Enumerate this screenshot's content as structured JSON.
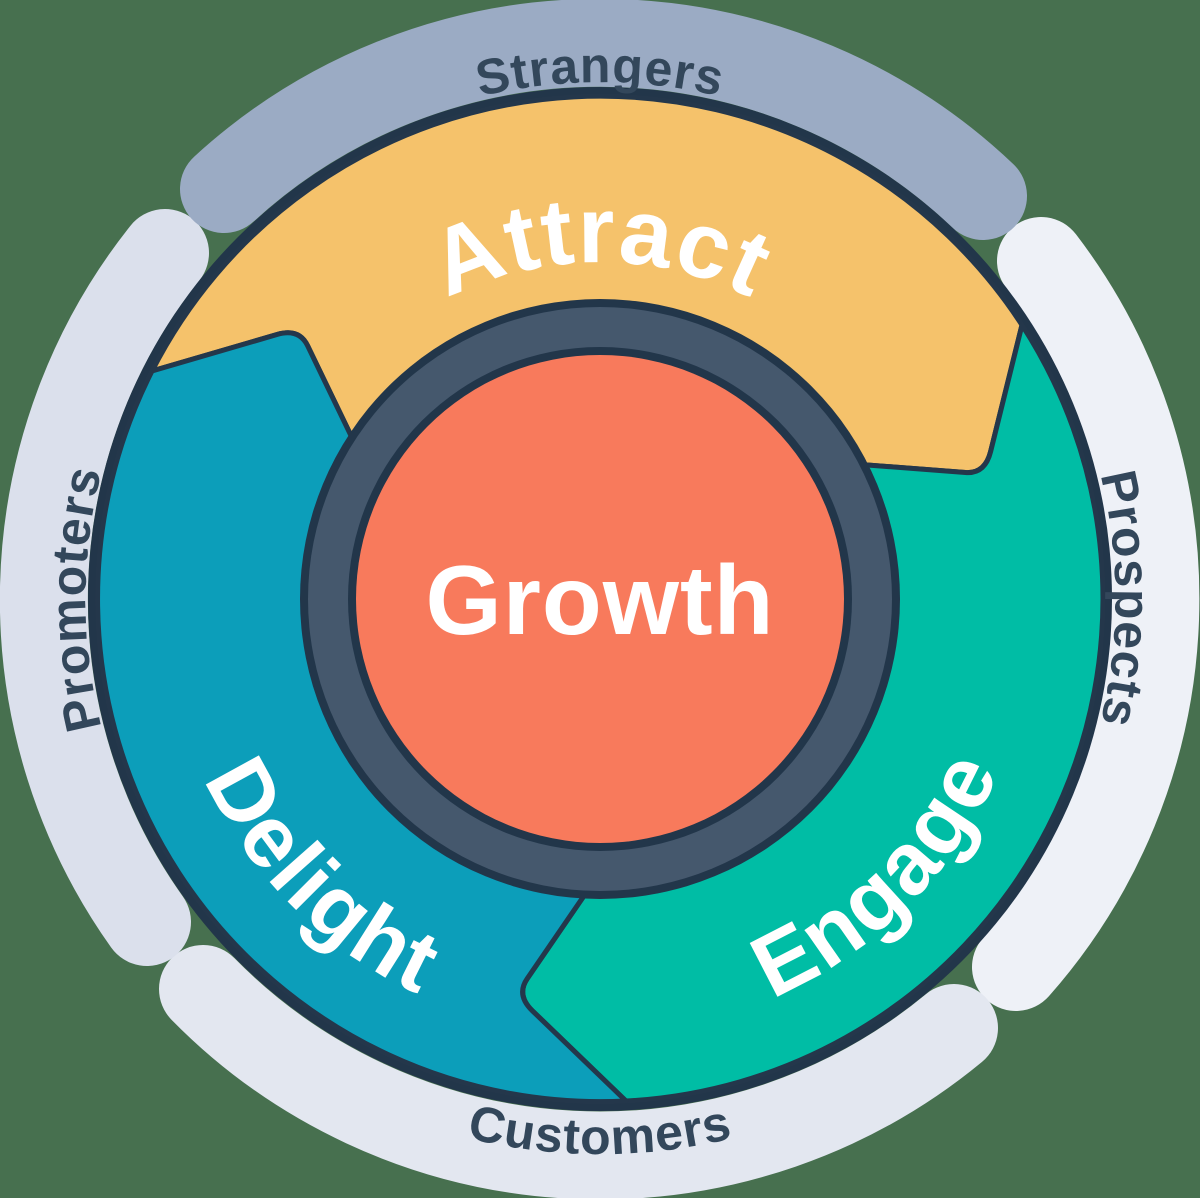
{
  "diagram_title": "inbound-flywheel",
  "wheel": {
    "center_label": "Growth",
    "segments": [
      {
        "label": "Attract"
      },
      {
        "label": "Engage"
      },
      {
        "label": "Delight"
      }
    ]
  },
  "ring": {
    "top": "Strangers",
    "right": "Prospects",
    "bottom": "Customers",
    "left": "Promoters"
  },
  "colors": {
    "background": "#47704F",
    "ring_strangers": "#9BABC4",
    "ring_prospects": "#EEF1F7",
    "ring_customers": "#E3E7F0",
    "ring_promoters": "#DBE0EC",
    "ring_label_text": "#33475B",
    "outline_navy": "#22364A",
    "hub_ring_slate": "#45586D",
    "center_orange": "#F87A5C",
    "attract_yellow": "#F5C26B",
    "engage_green": "#00BDA5",
    "delight_blue": "#0C9EBA",
    "segment_label_text": "#FFFFFF"
  }
}
